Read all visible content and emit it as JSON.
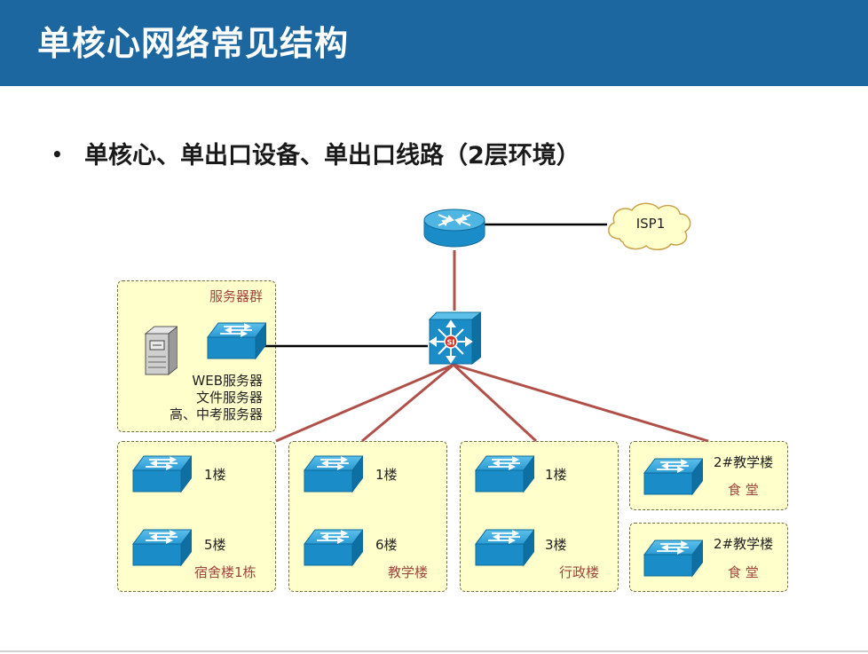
{
  "slide": {
    "title": "单核心网络常见结构",
    "bullet": "单核心、单出口设备、单出口线路（2层环境）"
  },
  "isp": {
    "label": "ISP1"
  },
  "server_group": {
    "title": "服务器群",
    "servers": [
      "WEB服务器",
      "文件服务器",
      "高、中考服务器"
    ]
  },
  "groups": [
    {
      "name": "宿舍楼1栋",
      "top_label": "1楼",
      "bottom_label": "5楼"
    },
    {
      "name": "教学楼",
      "top_label": "1楼",
      "bottom_label": "6楼"
    },
    {
      "name": "行政楼",
      "top_label": "1楼",
      "bottom_label": "3楼"
    }
  ],
  "right_groups": [
    {
      "line1": "2#教学楼",
      "line2": "食 堂"
    },
    {
      "line1": "2#教学楼",
      "line2": "食 堂"
    }
  ],
  "colors": {
    "header": "#1d67a1",
    "group_fill": "#ffffcc",
    "trunk_line": "#b0504a",
    "access_line": "#000000",
    "device_blue": "#1a8dc9"
  }
}
